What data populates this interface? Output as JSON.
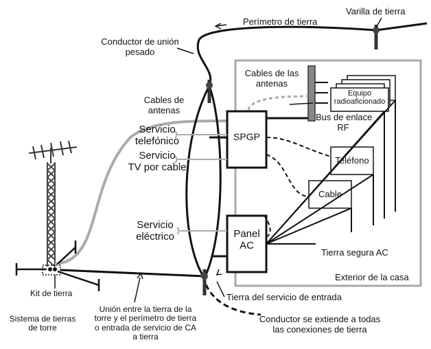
{
  "labels": {
    "varilla": "Varilla de tierra",
    "perimetro": "Perímetro de tierra",
    "conductor_union_1": "Conductor de unión",
    "conductor_union_2": "pesado",
    "cables_antenas_top_1": "Cables de las",
    "cables_antenas_top_2": "antenas",
    "equipo_1": "Equipo",
    "equipo_2": "radioaficionado",
    "bus_1": "Bus de enlace",
    "bus_2": "RF",
    "cables_de_antenas_1": "Cables de",
    "cables_de_antenas_2": "antenas",
    "serv_tel_1": "Servicio",
    "serv_tel_2": "telefónico",
    "serv_tv_1": "Servicio",
    "serv_tv_2": "TV por cable",
    "spgp": "SPGP",
    "telefono": "Teléfono",
    "cable": "Cable",
    "serv_elec_1": "Servicio",
    "serv_elec_2": "eléctrico",
    "panel_1": "Panel",
    "panel_2": "AC",
    "tierra_segura": "Tierra segura AC",
    "exterior": "Exterior de la casa",
    "kit": "Kit de tierra",
    "tierra_servicio": "Tierra del servicio de entrada",
    "sistema_torre_1": "Sistema de tierras",
    "sistema_torre_2": "de torre",
    "union_1": "Unión entre la tierra de la",
    "union_2": "torre y el perímetro de tierra",
    "union_3": "o entrada de servicio de CA",
    "union_4": "a tierra",
    "conductor_ext_1": "Conductor se extiende a todas",
    "conductor_ext_2": "las conexiones de tierra"
  }
}
